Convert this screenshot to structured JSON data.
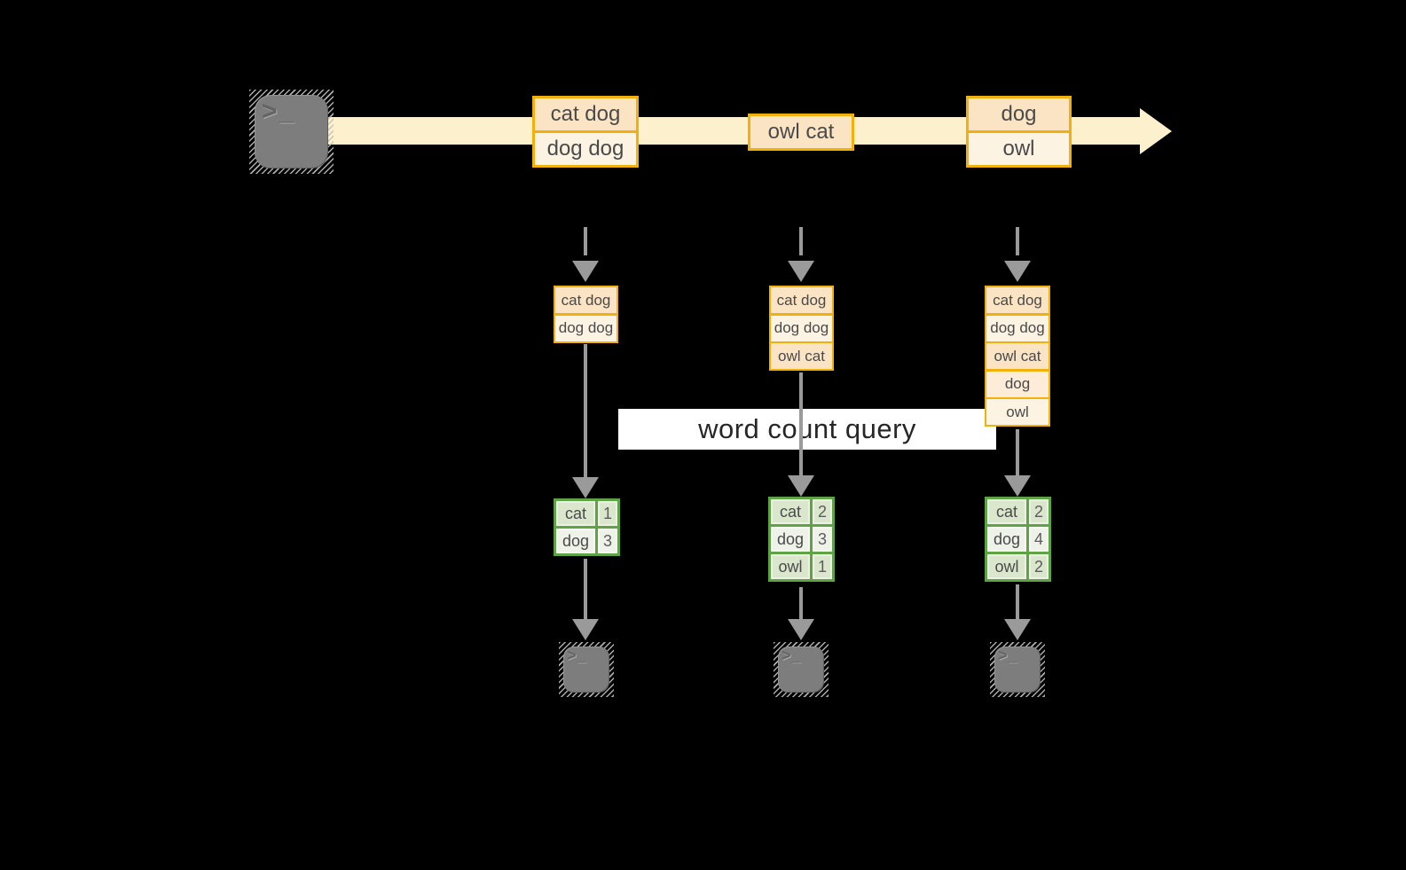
{
  "colors": {
    "background": "#000000",
    "stream_band": "#fdf0cd",
    "event_border": "#f2b00d",
    "event_fill_dark": "#fbe4c4",
    "event_fill_light": "#fdf3e3",
    "event_fill_mid": "#fcecd8",
    "table_border": "#5ea344",
    "table_cell_tint": "#dbe7cd",
    "table_cell_pale": "#eef2e8",
    "arrow_gray": "#9a9a9a",
    "terminal_gray": "#7d7d7d",
    "label_background": "#ffffff",
    "text": "#4a4a4a"
  },
  "terminal": {
    "prompt": ">_"
  },
  "query_label": "word count query",
  "timeline": {
    "events": [
      {
        "rows": [
          {
            "text": "cat dog"
          },
          {
            "text": "dog dog"
          }
        ]
      },
      {
        "rows": [
          {
            "text": "owl cat"
          }
        ]
      },
      {
        "rows": [
          {
            "text": "dog"
          },
          {
            "text": "owl"
          }
        ]
      }
    ]
  },
  "columns": [
    {
      "stack": [
        {
          "text": "cat dog"
        },
        {
          "text": "dog dog"
        }
      ],
      "counts": [
        {
          "word": "cat",
          "count": "1"
        },
        {
          "word": "dog",
          "count": "3"
        }
      ]
    },
    {
      "stack": [
        {
          "text": "cat dog"
        },
        {
          "text": "dog dog"
        },
        {
          "text": "owl cat"
        }
      ],
      "counts": [
        {
          "word": "cat",
          "count": "2"
        },
        {
          "word": "dog",
          "count": "3"
        },
        {
          "word": "owl",
          "count": "1"
        }
      ]
    },
    {
      "stack": [
        {
          "text": "cat dog"
        },
        {
          "text": "dog dog"
        },
        {
          "text": "owl cat"
        },
        {
          "text": "dog"
        },
        {
          "text": "owl"
        }
      ],
      "counts": [
        {
          "word": "cat",
          "count": "2"
        },
        {
          "word": "dog",
          "count": "4"
        },
        {
          "word": "owl",
          "count": "2"
        }
      ]
    }
  ]
}
